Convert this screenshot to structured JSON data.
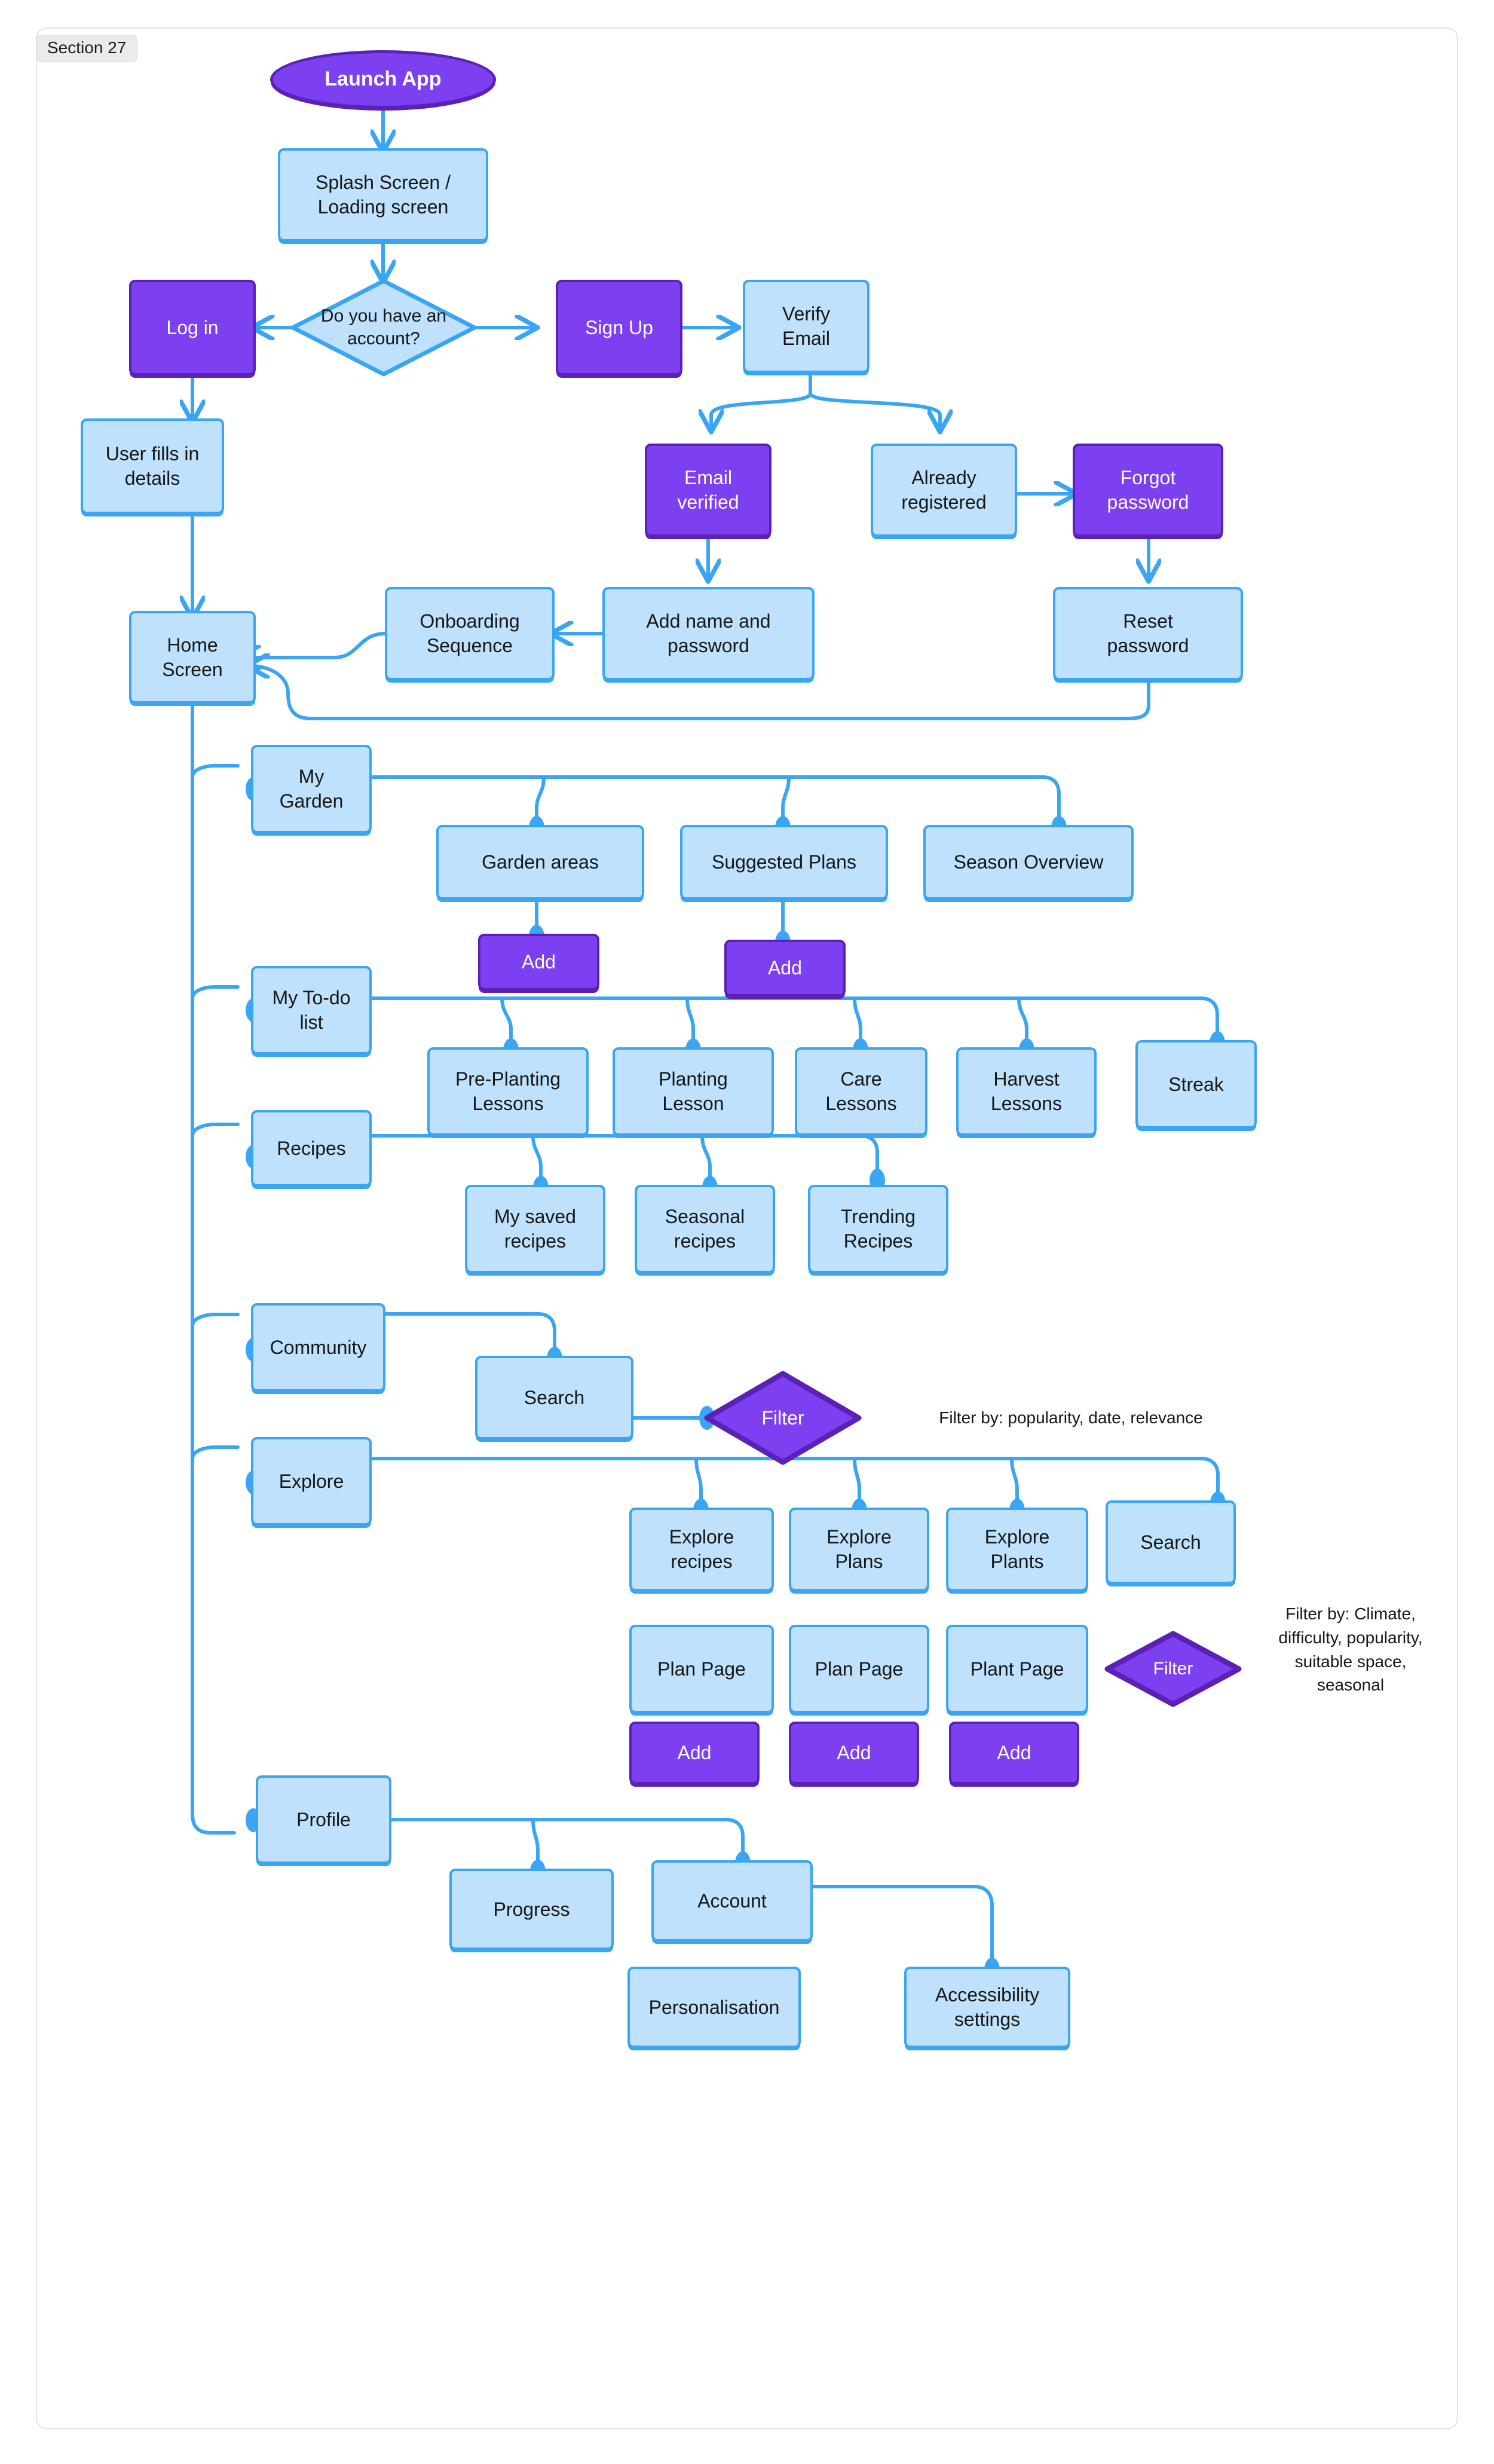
{
  "section": {
    "label": "Section 27"
  },
  "colors": {
    "blue_fill": "#bfe1fb",
    "blue_stroke": "#39a5f3",
    "purple_fill": "#7d40f0",
    "purple_stroke": "#5b21b6",
    "text_dark": "#161616",
    "text_light": "#ffffff",
    "frame_border": "#e3e3e3",
    "label_chip": "#ebebeb"
  },
  "chart_data": {
    "type": "diagram",
    "title": "Gardening App User Flow",
    "nodes": [
      {
        "id": "launch_app",
        "label": "Launch App",
        "shape": "ellipse",
        "style": "purple"
      },
      {
        "id": "splash",
        "label": "Splash Screen / Loading screen",
        "shape": "rect",
        "style": "blue"
      },
      {
        "id": "have_account",
        "label": "Do you have an account?",
        "shape": "diamond",
        "style": "blue"
      },
      {
        "id": "log_in",
        "label": "Log in",
        "shape": "rect",
        "style": "purple"
      },
      {
        "id": "sign_up",
        "label": "Sign Up",
        "shape": "rect",
        "style": "purple"
      },
      {
        "id": "verify_email",
        "label": "Verify Email",
        "shape": "rect",
        "style": "blue"
      },
      {
        "id": "user_fills",
        "label": "User fills in details",
        "shape": "rect",
        "style": "blue"
      },
      {
        "id": "email_verified",
        "label": "Email verified",
        "shape": "rect",
        "style": "purple"
      },
      {
        "id": "already_registered",
        "label": "Already registered",
        "shape": "rect",
        "style": "blue"
      },
      {
        "id": "forgot_password",
        "label": "Forgot password",
        "shape": "rect",
        "style": "purple"
      },
      {
        "id": "home_screen",
        "label": "Home Screen",
        "shape": "rect",
        "style": "blue"
      },
      {
        "id": "onboarding",
        "label": "Onboarding Sequence",
        "shape": "rect",
        "style": "blue"
      },
      {
        "id": "add_name_pass",
        "label": "Add name and password",
        "shape": "rect",
        "style": "blue"
      },
      {
        "id": "reset_password",
        "label": "Reset password",
        "shape": "rect",
        "style": "blue"
      },
      {
        "id": "my_garden",
        "label": "My Garden",
        "shape": "rect",
        "style": "blue"
      },
      {
        "id": "garden_areas",
        "label": "Garden areas",
        "shape": "rect",
        "style": "blue"
      },
      {
        "id": "suggested_plans",
        "label": "Suggested Plans",
        "shape": "rect",
        "style": "blue"
      },
      {
        "id": "season_overview",
        "label": "Season Overview",
        "shape": "rect",
        "style": "blue"
      },
      {
        "id": "add_garden_area",
        "label": "Add",
        "shape": "rect",
        "style": "purple"
      },
      {
        "id": "add_suggested_plan",
        "label": "Add",
        "shape": "rect",
        "style": "purple"
      },
      {
        "id": "my_todo_list",
        "label": "My To-do list",
        "shape": "rect",
        "style": "blue"
      },
      {
        "id": "pre_planting",
        "label": "Pre-Planting Lessons",
        "shape": "rect",
        "style": "blue"
      },
      {
        "id": "planting_lesson",
        "label": "Planting Lesson",
        "shape": "rect",
        "style": "blue"
      },
      {
        "id": "care_lessons",
        "label": "Care Lessons",
        "shape": "rect",
        "style": "blue"
      },
      {
        "id": "harvest_lessons",
        "label": "Harvest Lessons",
        "shape": "rect",
        "style": "blue"
      },
      {
        "id": "streak",
        "label": "Streak",
        "shape": "rect",
        "style": "blue"
      },
      {
        "id": "recipes",
        "label": "Recipes",
        "shape": "rect",
        "style": "blue"
      },
      {
        "id": "my_saved_recipes",
        "label": "My saved recipes",
        "shape": "rect",
        "style": "blue"
      },
      {
        "id": "seasonal_recipes",
        "label": "Seasonal recipes",
        "shape": "rect",
        "style": "blue"
      },
      {
        "id": "trending_recipes",
        "label": "Trending Recipes",
        "shape": "rect",
        "style": "blue"
      },
      {
        "id": "community",
        "label": "Community",
        "shape": "rect",
        "style": "blue"
      },
      {
        "id": "community_search",
        "label": "Search",
        "shape": "rect",
        "style": "blue"
      },
      {
        "id": "community_filter",
        "label": "Filter",
        "shape": "diamond",
        "style": "purple"
      },
      {
        "id": "explore",
        "label": "Explore",
        "shape": "rect",
        "style": "blue"
      },
      {
        "id": "explore_recipes",
        "label": "Explore recipes",
        "shape": "rect",
        "style": "blue"
      },
      {
        "id": "explore_plans",
        "label": "Explore Plans",
        "shape": "rect",
        "style": "blue"
      },
      {
        "id": "explore_plants",
        "label": "Explore Plants",
        "shape": "rect",
        "style": "blue"
      },
      {
        "id": "explore_search",
        "label": "Search",
        "shape": "rect",
        "style": "blue"
      },
      {
        "id": "plan_page_1",
        "label": "Plan Page",
        "shape": "rect",
        "style": "blue"
      },
      {
        "id": "plan_page_2",
        "label": "Plan Page",
        "shape": "rect",
        "style": "blue"
      },
      {
        "id": "plant_page",
        "label": "Plant Page",
        "shape": "rect",
        "style": "blue"
      },
      {
        "id": "explore_filter",
        "label": "Filter",
        "shape": "diamond",
        "style": "purple"
      },
      {
        "id": "add_plan_1",
        "label": "Add",
        "shape": "rect",
        "style": "purple"
      },
      {
        "id": "add_plan_2",
        "label": "Add",
        "shape": "rect",
        "style": "purple"
      },
      {
        "id": "add_plant",
        "label": "Add",
        "shape": "rect",
        "style": "purple"
      },
      {
        "id": "profile",
        "label": "Profile",
        "shape": "rect",
        "style": "blue"
      },
      {
        "id": "progress",
        "label": "Progress",
        "shape": "rect",
        "style": "blue"
      },
      {
        "id": "account",
        "label": "Account",
        "shape": "rect",
        "style": "blue"
      },
      {
        "id": "personalisation",
        "label": "Personalisation",
        "shape": "rect",
        "style": "blue"
      },
      {
        "id": "accessibility",
        "label": "Accessibility settings",
        "shape": "rect",
        "style": "blue"
      }
    ],
    "annotations": [
      {
        "id": "note_community_filter",
        "text": "Filter by: popularity, date, relevance"
      },
      {
        "id": "note_explore_filter",
        "text": "Filter by: Climate, difficulty, popularity, suitable space, seasonal"
      }
    ],
    "edges": [
      {
        "from": "launch_app",
        "to": "splash"
      },
      {
        "from": "splash",
        "to": "have_account"
      },
      {
        "from": "have_account",
        "to": "log_in"
      },
      {
        "from": "have_account",
        "to": "sign_up"
      },
      {
        "from": "sign_up",
        "to": "verify_email"
      },
      {
        "from": "log_in",
        "to": "user_fills"
      },
      {
        "from": "verify_email",
        "to": "email_verified"
      },
      {
        "from": "verify_email",
        "to": "already_registered"
      },
      {
        "from": "already_registered",
        "to": "forgot_password"
      },
      {
        "from": "email_verified",
        "to": "add_name_pass"
      },
      {
        "from": "forgot_password",
        "to": "reset_password"
      },
      {
        "from": "add_name_pass",
        "to": "onboarding"
      },
      {
        "from": "onboarding",
        "to": "home_screen"
      },
      {
        "from": "user_fills",
        "to": "home_screen"
      },
      {
        "from": "reset_password",
        "to": "home_screen"
      },
      {
        "from": "home_screen",
        "to": "my_garden"
      },
      {
        "from": "home_screen",
        "to": "my_todo_list"
      },
      {
        "from": "home_screen",
        "to": "recipes"
      },
      {
        "from": "home_screen",
        "to": "community"
      },
      {
        "from": "home_screen",
        "to": "explore"
      },
      {
        "from": "home_screen",
        "to": "profile"
      },
      {
        "from": "my_garden",
        "to": "garden_areas"
      },
      {
        "from": "my_garden",
        "to": "suggested_plans"
      },
      {
        "from": "my_garden",
        "to": "season_overview"
      },
      {
        "from": "garden_areas",
        "to": "add_garden_area"
      },
      {
        "from": "suggested_plans",
        "to": "add_suggested_plan"
      },
      {
        "from": "my_todo_list",
        "to": "pre_planting"
      },
      {
        "from": "my_todo_list",
        "to": "planting_lesson"
      },
      {
        "from": "my_todo_list",
        "to": "care_lessons"
      },
      {
        "from": "my_todo_list",
        "to": "harvest_lessons"
      },
      {
        "from": "my_todo_list",
        "to": "streak"
      },
      {
        "from": "recipes",
        "to": "my_saved_recipes"
      },
      {
        "from": "recipes",
        "to": "seasonal_recipes"
      },
      {
        "from": "recipes",
        "to": "trending_recipes"
      },
      {
        "from": "community",
        "to": "community_search"
      },
      {
        "from": "community_search",
        "to": "community_filter"
      },
      {
        "from": "explore",
        "to": "explore_recipes"
      },
      {
        "from": "explore",
        "to": "explore_plans"
      },
      {
        "from": "explore",
        "to": "explore_plants"
      },
      {
        "from": "explore",
        "to": "explore_search"
      },
      {
        "from": "profile",
        "to": "progress"
      },
      {
        "from": "profile",
        "to": "account"
      },
      {
        "from": "account",
        "to": "accessibility"
      }
    ]
  },
  "nodes": {
    "launch_app": "Launch App",
    "splash_line1": "Splash Screen /",
    "splash_line2": "Loading screen",
    "have_account_line1": "Do you have an",
    "have_account_line2": "account?",
    "log_in": "Log in",
    "sign_up": "Sign Up",
    "verify_email_line1": "Verify",
    "verify_email_line2": "Email",
    "user_fills_line1": "User fills in",
    "user_fills_line2": "details",
    "email_verified_line1": "Email",
    "email_verified_line2": "verified",
    "already_registered_line1": "Already",
    "already_registered_line2": "registered",
    "forgot_password_line1": "Forgot",
    "forgot_password_line2": "password",
    "home_screen_line1": "Home",
    "home_screen_line2": "Screen",
    "onboarding_line1": "Onboarding",
    "onboarding_line2": "Sequence",
    "add_name_pass_line1": "Add name and",
    "add_name_pass_line2": "password",
    "reset_password_line1": "Reset",
    "reset_password_line2": "password",
    "my_garden_line1": "My",
    "my_garden_line2": "Garden",
    "garden_areas": "Garden areas",
    "suggested_plans": "Suggested Plans",
    "season_overview": "Season Overview",
    "add_garden_area": "Add",
    "add_suggested_plan": "Add",
    "my_todo_line1": "My To-do",
    "my_todo_line2": "list",
    "pre_planting_line1": "Pre-Planting",
    "pre_planting_line2": "Lessons",
    "planting_lesson_line1": "Planting",
    "planting_lesson_line2": "Lesson",
    "care_lessons_line1": "Care",
    "care_lessons_line2": "Lessons",
    "harvest_lessons_line1": "Harvest",
    "harvest_lessons_line2": "Lessons",
    "streak": "Streak",
    "recipes": "Recipes",
    "my_saved_line1": "My saved",
    "my_saved_line2": "recipes",
    "seasonal_line1": "Seasonal",
    "seasonal_line2": "recipes",
    "trending_line1": "Trending",
    "trending_line2": "Recipes",
    "community": "Community",
    "community_search": "Search",
    "community_filter": "Filter",
    "explore": "Explore",
    "explore_recipes_line1": "Explore",
    "explore_recipes_line2": "recipes",
    "explore_plans_line1": "Explore",
    "explore_plans_line2": "Plans",
    "explore_plants_line1": "Explore",
    "explore_plants_line2": "Plants",
    "explore_search": "Search",
    "plan_page_1": "Plan Page",
    "plan_page_2": "Plan Page",
    "plant_page": "Plant Page",
    "explore_filter": "Filter",
    "add_plan_1": "Add",
    "add_plan_2": "Add",
    "add_plant": "Add",
    "profile": "Profile",
    "progress": "Progress",
    "account": "Account",
    "personalisation": "Personalisation",
    "accessibility_line1": "Accessibility",
    "accessibility_line2": "settings"
  },
  "notes": {
    "community_filter": "Filter by: popularity, date, relevance",
    "explore_filter_line1": "Filter by: Climate,",
    "explore_filter_line2": "difficulty, popularity,",
    "explore_filter_line3": "suitable space,",
    "explore_filter_line4": "seasonal"
  }
}
